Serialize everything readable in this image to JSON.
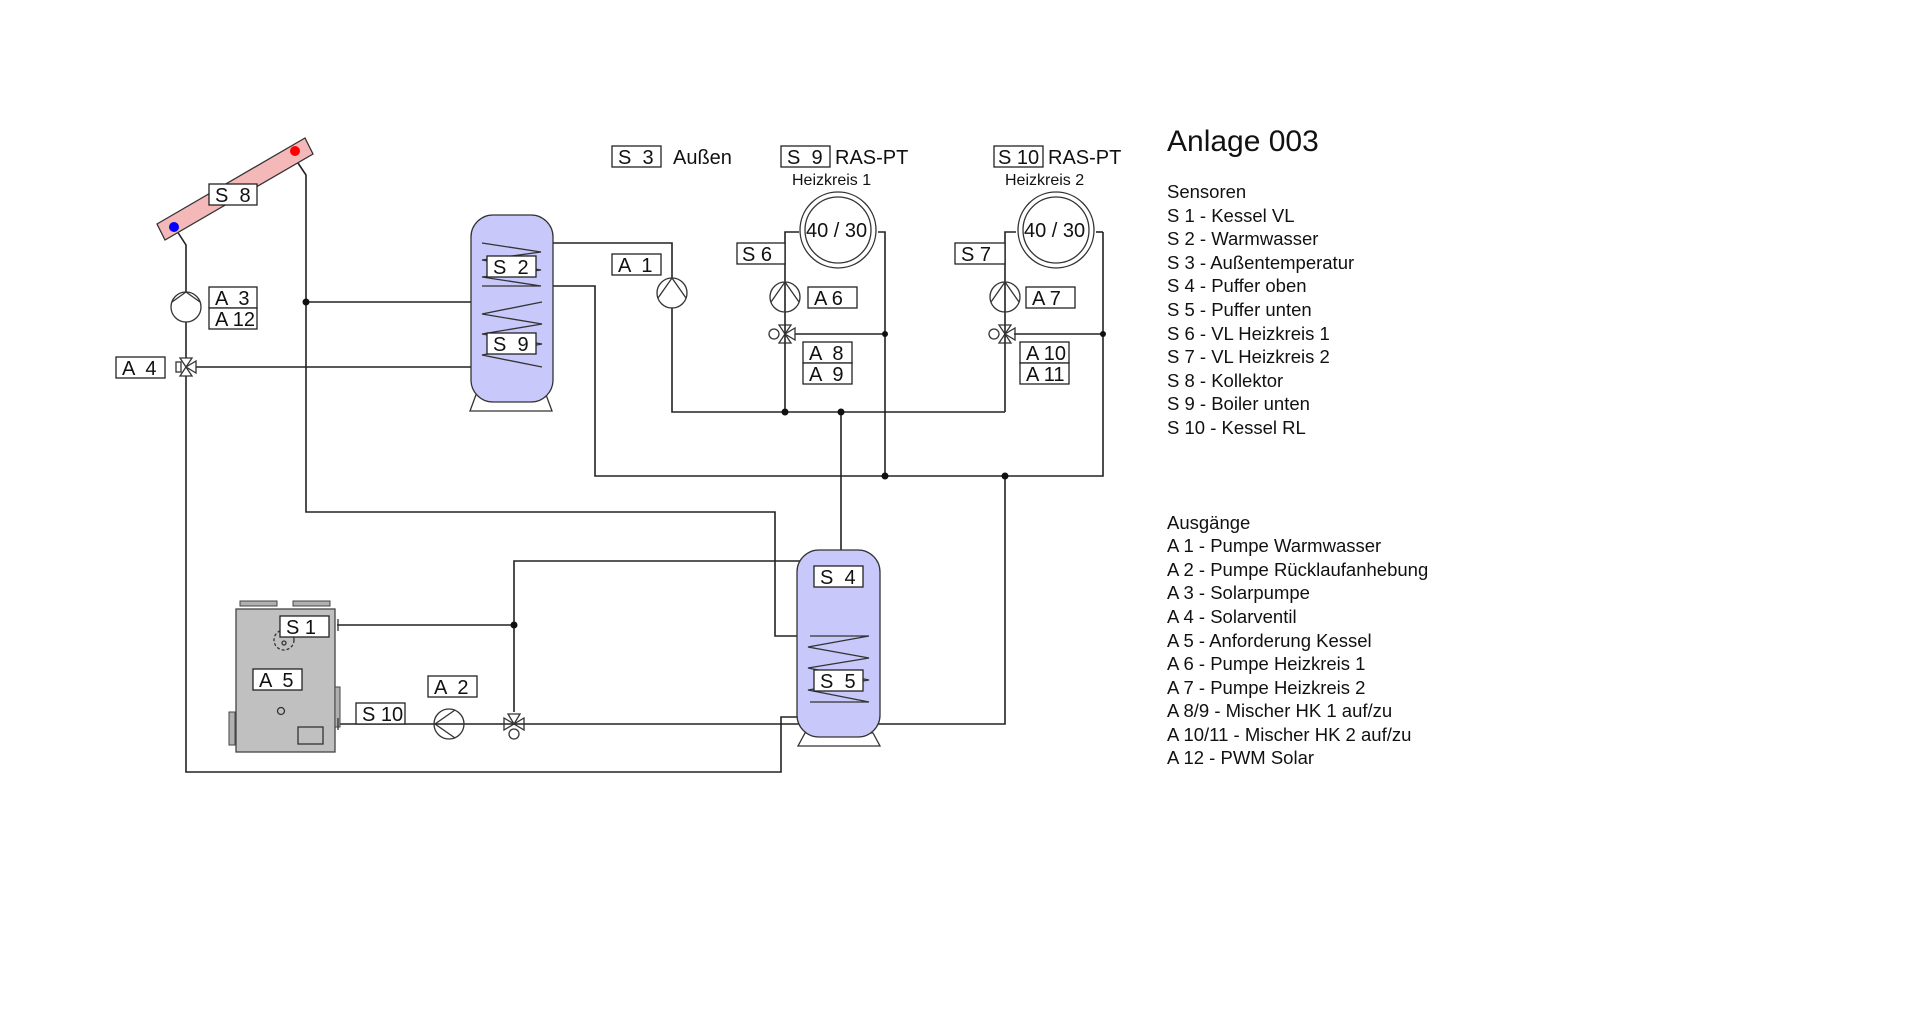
{
  "title": "Anlage 003",
  "diagram": {
    "collector_label": "S  8",
    "outside_sensor": {
      "label": "S  3",
      "text": "Außen"
    },
    "room_sensor_1": {
      "label": "S  9",
      "text": "RAS-PT",
      "circuit": "Heizkreis 1",
      "radiator": "40 / 30"
    },
    "room_sensor_2": {
      "label": "S 10",
      "text": "RAS-PT",
      "circuit": "Heizkreis 2",
      "radiator": "40 / 30"
    },
    "labels": {
      "a1": "A  1",
      "a2": "A  2",
      "a3": "A  3",
      "a12": "A 12",
      "a4": "A  4",
      "a5": "A  5",
      "a6": "A 6",
      "a7": "A 7",
      "a8": "A  8",
      "a9": "A  9",
      "a10": "A 10",
      "a11": "A 11",
      "s1": "S 1",
      "s2": "S  2",
      "s4": "S  4",
      "s5": "S  5",
      "s6": "S 6",
      "s7": "S 7",
      "s9_tank": "S  9",
      "s10_return": "S 10"
    },
    "colors": {
      "collector_fill": "#f5b8b8",
      "hot_dot": "#ff0000",
      "cold_dot": "#0000ff",
      "tank_fill": "#c8c8fa",
      "boiler_fill": "#c0c0c0"
    }
  },
  "legend": {
    "sensors_heading": "Sensoren",
    "sensors": [
      "S 1 - Kessel VL",
      "S 2 - Warmwasser",
      "S 3 - Außentemperatur",
      "S 4 - Puffer oben",
      "S 5 - Puffer unten",
      "S 6 - VL Heizkreis 1",
      "S 7 - VL Heizkreis 2",
      "S 8 - Kollektor",
      "S 9 - Boiler unten",
      "S 10 - Kessel RL"
    ],
    "outputs_heading": "Ausgänge",
    "outputs": [
      "A 1 - Pumpe Warmwasser",
      "A 2 - Pumpe Rücklaufanhebung",
      "A 3 - Solarpumpe",
      "A 4 - Solarventil",
      "A 5 - Anforderung Kessel",
      "A 6 - Pumpe Heizkreis 1",
      "A 7 - Pumpe Heizkreis 2",
      "A 8/9 - Mischer HK 1 auf/zu",
      "A 10/11 - Mischer HK 2 auf/zu",
      "A 12 - PWM  Solar"
    ]
  }
}
